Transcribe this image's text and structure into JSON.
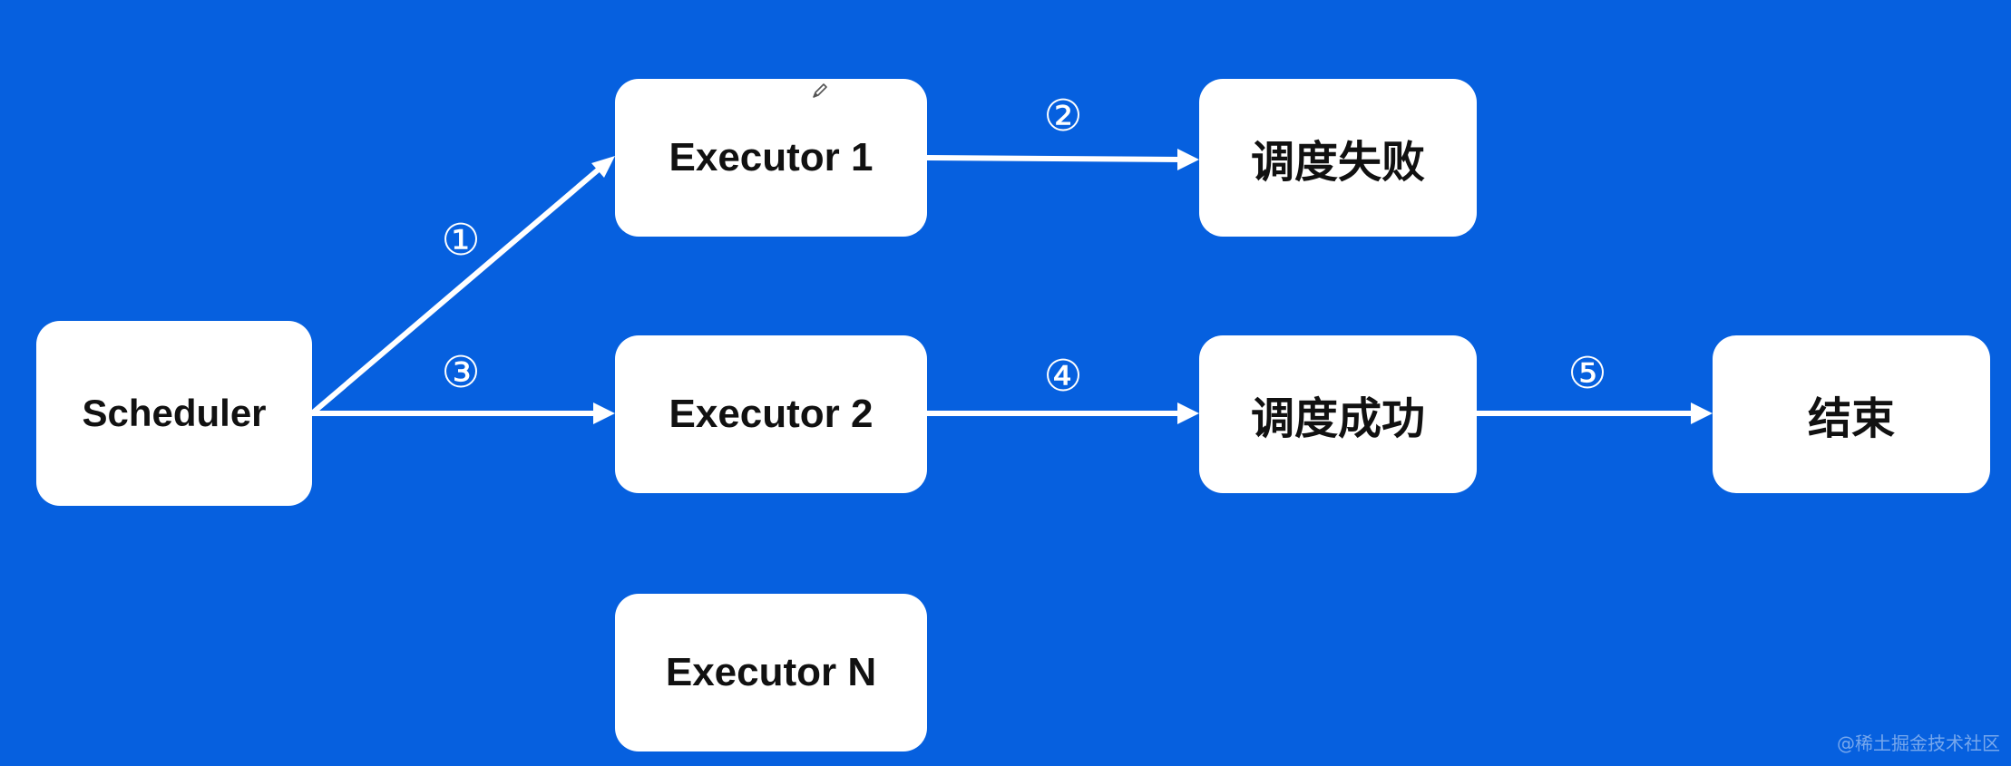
{
  "nodes": {
    "scheduler": "Scheduler",
    "executor_1": "Executor 1",
    "executor_2": "Executor 2",
    "executor_n": "Executor N",
    "schedule_failed": "调度失败",
    "schedule_succeeded": "调度成功",
    "end": "结束"
  },
  "steps": {
    "s1": "①",
    "s2": "②",
    "s3": "③",
    "s4": "④",
    "s5": "⑤"
  },
  "watermark": "@稀土掘金技术社区",
  "colors": {
    "background": "#0660df",
    "node_fill": "#ffffff",
    "edge": "#ffffff",
    "text": "#111111"
  },
  "icons": {
    "cursor": "pencil-icon"
  }
}
